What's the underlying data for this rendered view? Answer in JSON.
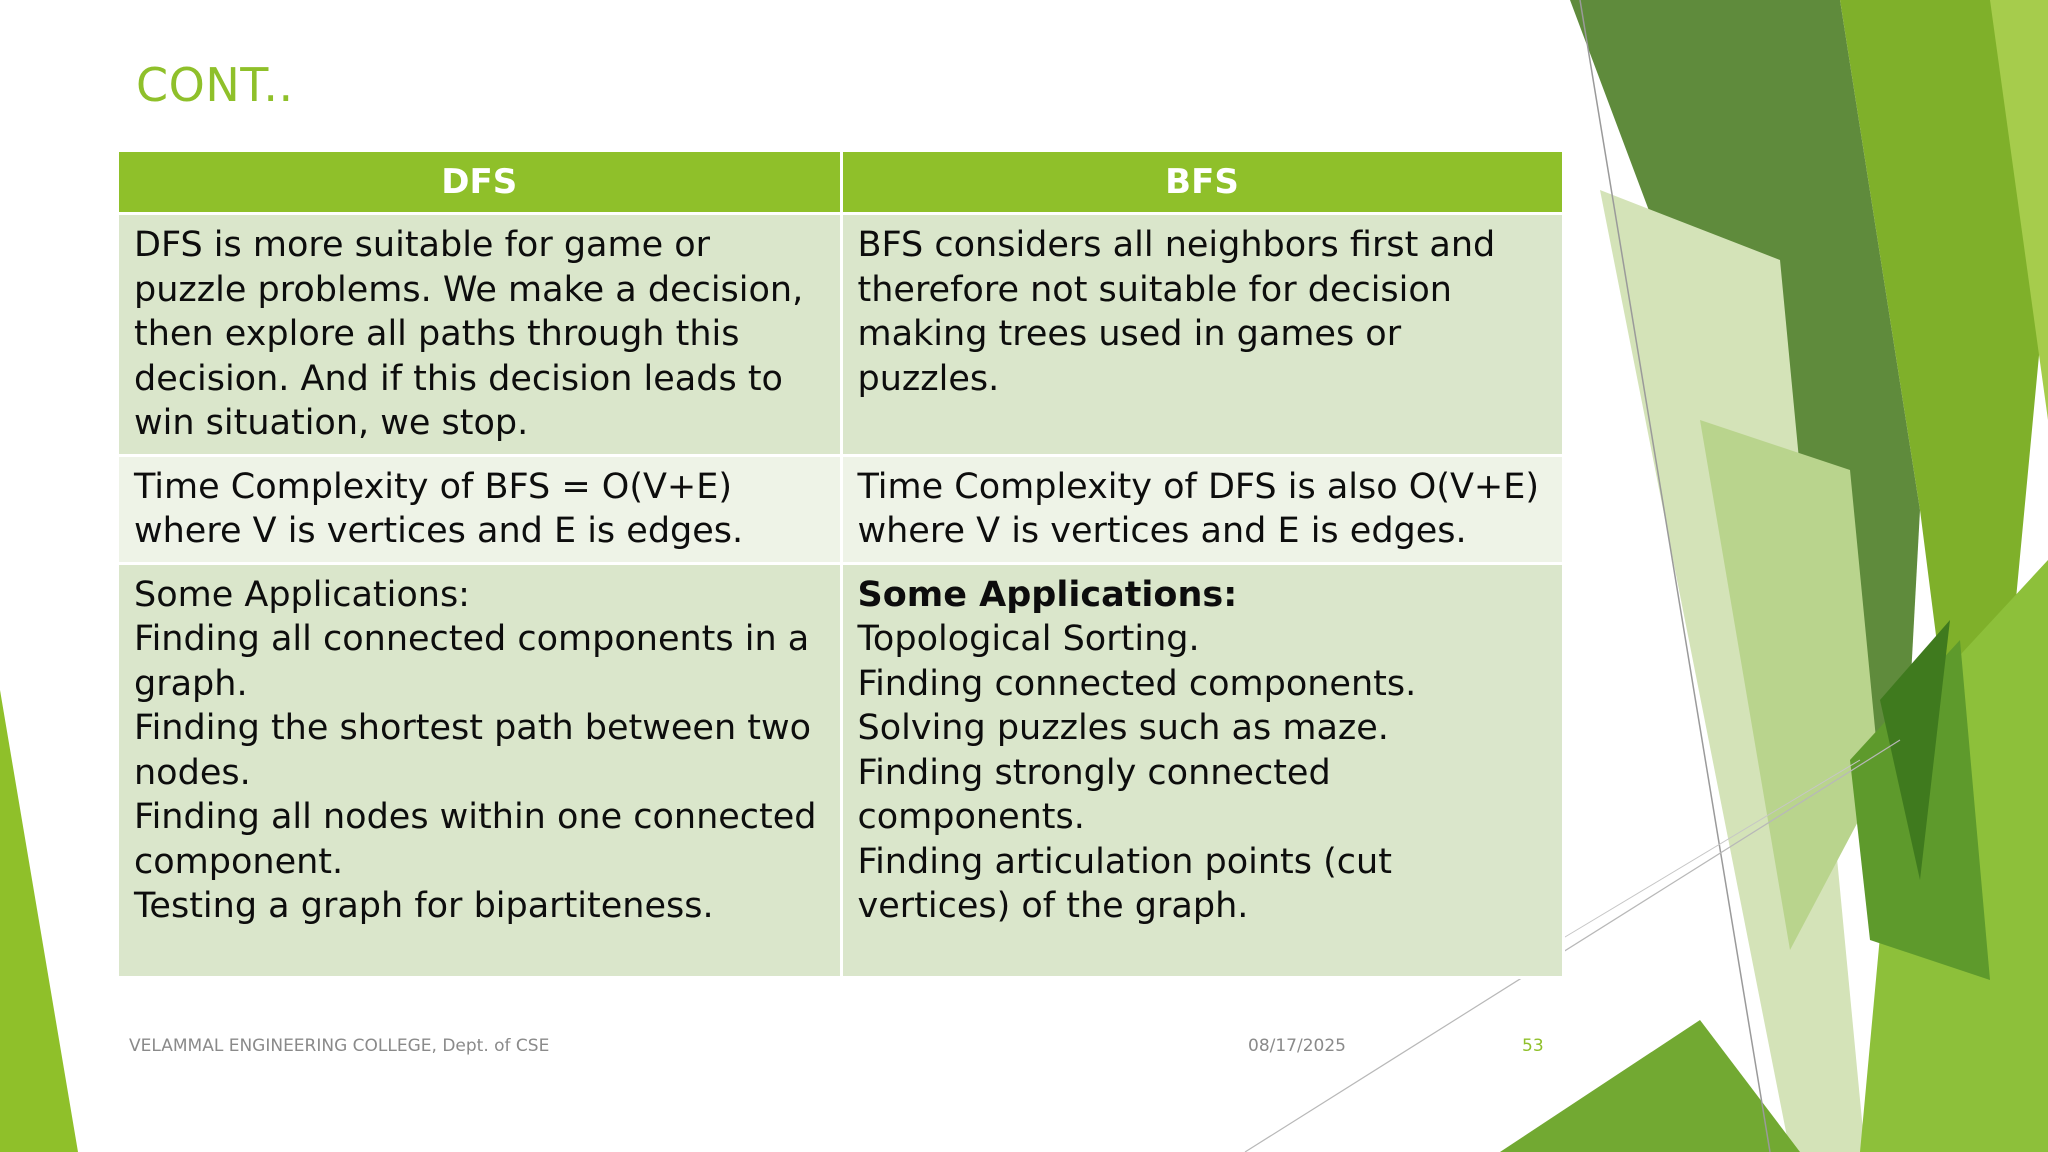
{
  "slide": {
    "title": "CONT..",
    "table": {
      "headers": [
        "DFS",
        "BFS"
      ],
      "rows": [
        {
          "dfs": "DFS is more suitable for game or puzzle problems. We make a decision, then explore all paths through this decision. And if this decision leads to win situation, we stop.",
          "bfs": "BFS considers all neighbors first and therefore not suitable for decision making trees used in games or puzzles."
        },
        {
          "dfs": "Time Complexity of BFS = O(V+E) where V is vertices and E is edges.",
          "bfs": "Time Complexity of DFS is also O(V+E) where V is vertices and E is edges."
        },
        {
          "dfs_heading": "Some Applications:",
          "dfs_items": [
            "Finding all connected components in a graph.",
            "Finding the shortest path between two nodes.",
            "Finding all nodes within one connected component.",
            "Testing a graph for bipartiteness."
          ],
          "bfs_heading": "Some Applications:",
          "bfs_items": [
            "Topological Sorting.",
            "Finding connected components.",
            "Solving puzzles such as maze.",
            "Finding strongly connected components.",
            "Finding articulation points (cut vertices) of the graph."
          ]
        }
      ]
    },
    "footer": {
      "organization": "VELAMMAL ENGINEERING COLLEGE, Dept. of CSE",
      "date": "08/17/2025",
      "page_number": "53"
    },
    "colors": {
      "accent": "#8fc02a",
      "row_dark": "#dae6cb",
      "row_light": "#eef3e7"
    }
  }
}
